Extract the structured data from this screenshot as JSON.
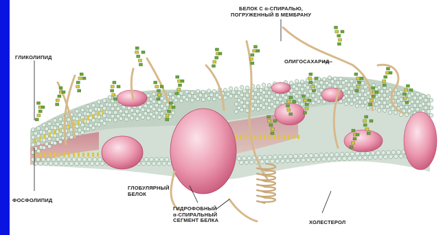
{
  "colors": {
    "frame": "#0a14e0",
    "panel": "#ffffff",
    "membrane": "#7fa08a",
    "head": "#dfeee4",
    "tail": "#e0c63a",
    "protein": "#e6839f",
    "sugar": "#6aa63a",
    "text": "#1a1a1a"
  },
  "labels": {
    "helix_protein": "БЕЛОК С α-СПИРАЛЬЮ,\nПОГРУЖЕННЫЙ В МЕМБРАНУ",
    "glycolipid": "ГЛИКОЛИПИД",
    "oligosaccharide": "ОЛИГОСАХАРИД",
    "phospholipid": "ФОСФОЛИПИД",
    "globular_protein": "ГЛОБУЛЯРНЫЙ\nБЕЛОК",
    "hydrophobic_segment": "ГИДРОФОБНЫЙ\nα-СПИРАЛЬНЫЙ\nСЕГМЕНТ БЕЛКА",
    "cholesterol": "ХОЛЕСТЕРОЛ"
  }
}
